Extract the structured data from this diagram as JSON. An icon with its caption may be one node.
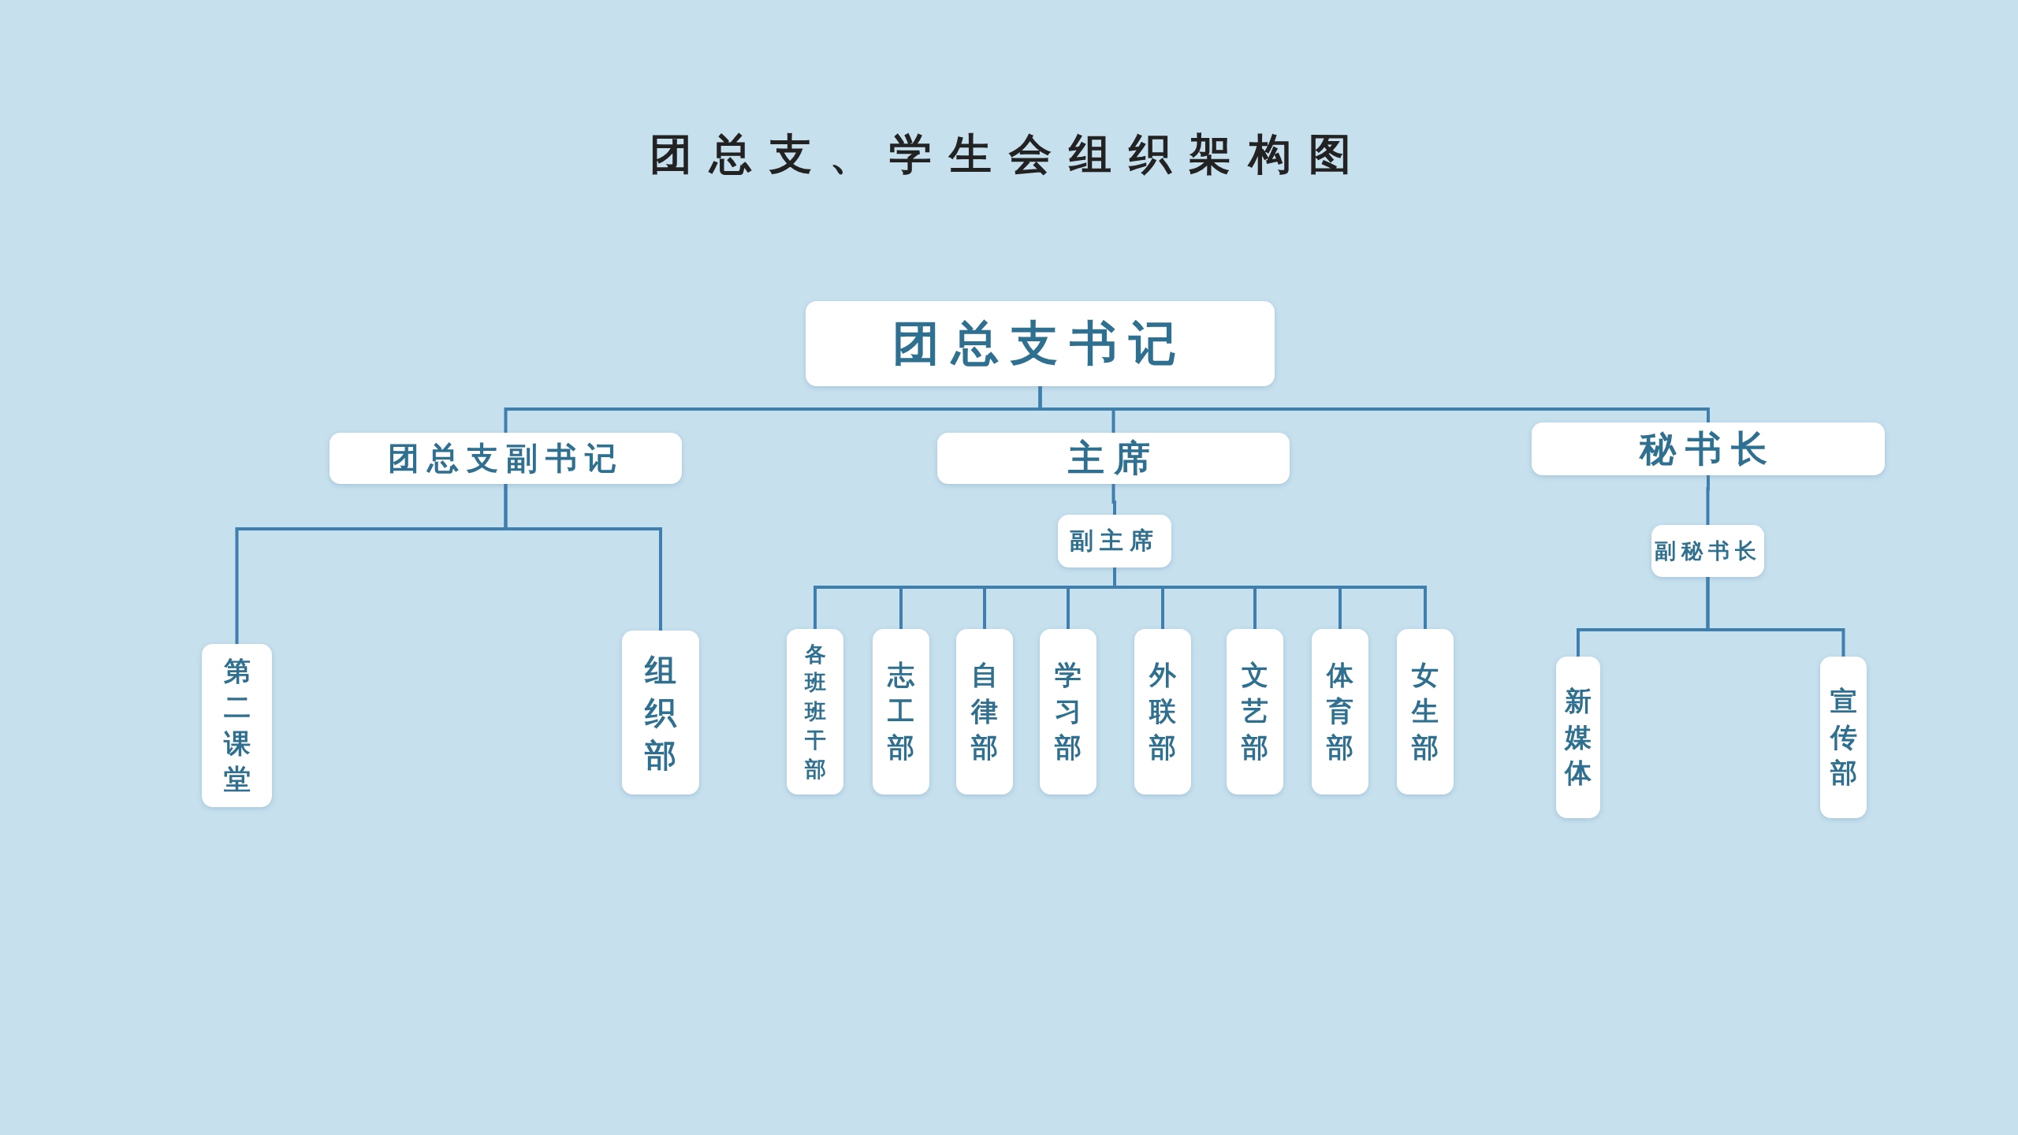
{
  "diagram": {
    "title": "团总支、学生会组织架构图",
    "nodes": [
      {
        "text": [
          "团总支书记"
        ]
      },
      {
        "text": [
          "团总支副书记"
        ]
      },
      {
        "text": [
          "主席"
        ]
      },
      {
        "text": [
          "秘书长"
        ]
      },
      {
        "text": [
          "第二课堂"
        ]
      },
      {
        "text": [
          "组织部"
        ]
      },
      {
        "text": [
          "副主席"
        ]
      },
      {
        "text": [
          "各班班干部"
        ]
      },
      {
        "text": [
          "志工部"
        ]
      },
      {
        "text": [
          "自律部"
        ]
      },
      {
        "text": [
          "学习部"
        ]
      },
      {
        "text": [
          "外联部"
        ]
      },
      {
        "text": [
          "文艺部"
        ]
      },
      {
        "text": [
          "体育部"
        ]
      },
      {
        "text": [
          "女生部"
        ]
      },
      {
        "text": [
          "副秘书长"
        ]
      },
      {
        "text": [
          "新媒体"
        ]
      },
      {
        "text": [
          "宣传部"
        ]
      }
    ],
    "edges": [
      {
        "from": 0,
        "to": 1,
        "arrow": "none"
      },
      {
        "from": 0,
        "to": 2,
        "arrow": "none"
      },
      {
        "from": 0,
        "to": 3,
        "arrow": "none"
      },
      {
        "from": 1,
        "to": 4,
        "arrow": "none"
      },
      {
        "from": 1,
        "to": 5,
        "arrow": "none"
      },
      {
        "from": 2,
        "to": 6,
        "arrow": "none"
      },
      {
        "from": 6,
        "to": 7,
        "arrow": "none"
      },
      {
        "from": 6,
        "to": 8,
        "arrow": "none"
      },
      {
        "from": 6,
        "to": 9,
        "arrow": "none"
      },
      {
        "from": 6,
        "to": 10,
        "arrow": "none"
      },
      {
        "from": 6,
        "to": 11,
        "arrow": "none"
      },
      {
        "from": 6,
        "to": 12,
        "arrow": "none"
      },
      {
        "from": 6,
        "to": 13,
        "arrow": "none"
      },
      {
        "from": 6,
        "to": 14,
        "arrow": "none"
      },
      {
        "from": 3,
        "to": 15,
        "arrow": "none"
      },
      {
        "from": 15,
        "to": 16,
        "arrow": "none"
      },
      {
        "from": 15,
        "to": 17,
        "arrow": "none"
      }
    ]
  }
}
